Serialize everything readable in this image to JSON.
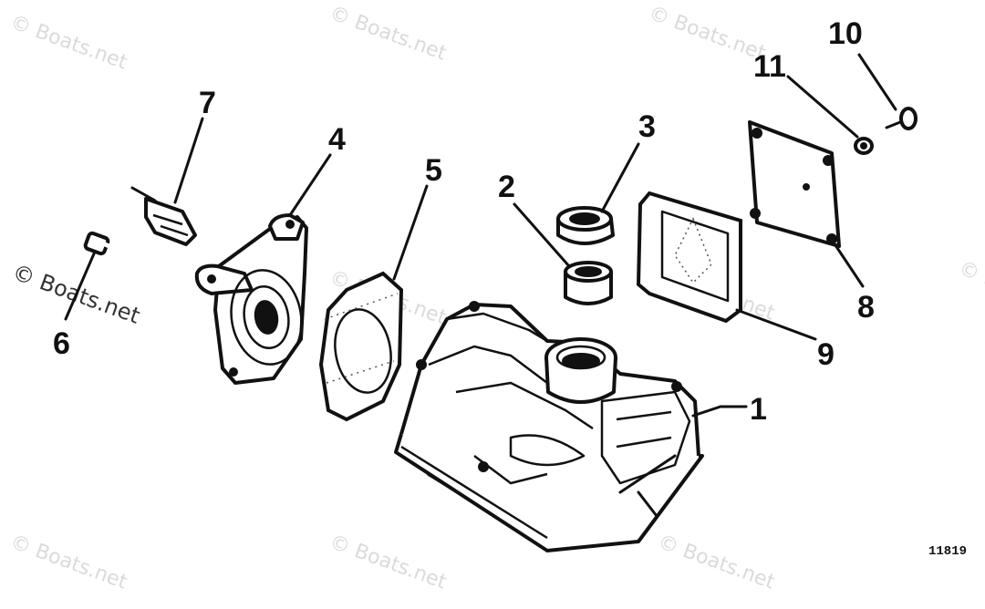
{
  "callouts": {
    "c1": "1",
    "c2": "2",
    "c3": "3",
    "c4": "4",
    "c5": "5",
    "c6": "6",
    "c7": "7",
    "c8": "8",
    "c9": "9",
    "c10": "10",
    "c11": "11"
  },
  "figure_number": "11819",
  "watermark": "© Boats.net",
  "colors": {
    "ink": "#111111",
    "watermark": "#bdbdbd",
    "background": "#ffffff"
  }
}
